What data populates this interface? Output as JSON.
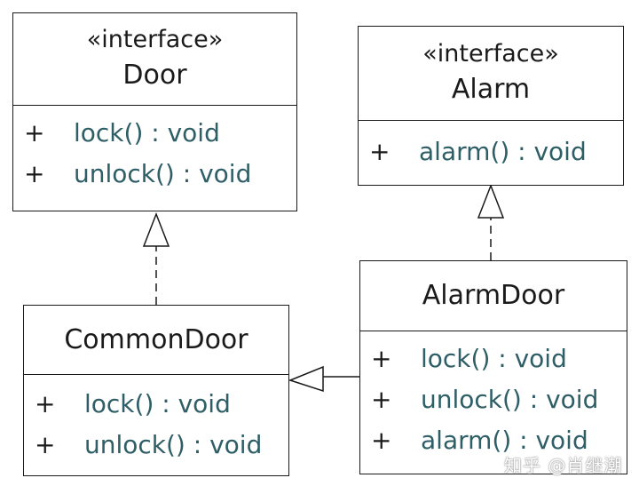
{
  "classes": {
    "door": {
      "stereotype": "«interface»",
      "name": "Door",
      "members": [
        {
          "visibility": "+",
          "signature": "lock() : void"
        },
        {
          "visibility": "+",
          "signature": "unlock() : void"
        }
      ]
    },
    "alarm": {
      "stereotype": "«interface»",
      "name": "Alarm",
      "members": [
        {
          "visibility": "+",
          "signature": "alarm() : void"
        }
      ]
    },
    "common_door": {
      "name": "CommonDoor",
      "members": [
        {
          "visibility": "+",
          "signature": "lock() : void"
        },
        {
          "visibility": "+",
          "signature": "unlock() : void"
        }
      ]
    },
    "alarm_door": {
      "name": "AlarmDoor",
      "members": [
        {
          "visibility": "+",
          "signature": "lock() : void"
        },
        {
          "visibility": "+",
          "signature": "unlock() : void"
        },
        {
          "visibility": "+",
          "signature": "alarm() : void"
        }
      ]
    }
  },
  "relations": [
    {
      "from": "CommonDoor",
      "to": "Door",
      "kind": "realization"
    },
    {
      "from": "AlarmDoor",
      "to": "Alarm",
      "kind": "realization"
    },
    {
      "from": "AlarmDoor",
      "to": "CommonDoor",
      "kind": "generalization"
    }
  ],
  "watermark": "知乎 @肖继潮",
  "colors": {
    "border": "#1a1a1a",
    "member_text": "#2e5e66",
    "background": "#ffffff"
  }
}
